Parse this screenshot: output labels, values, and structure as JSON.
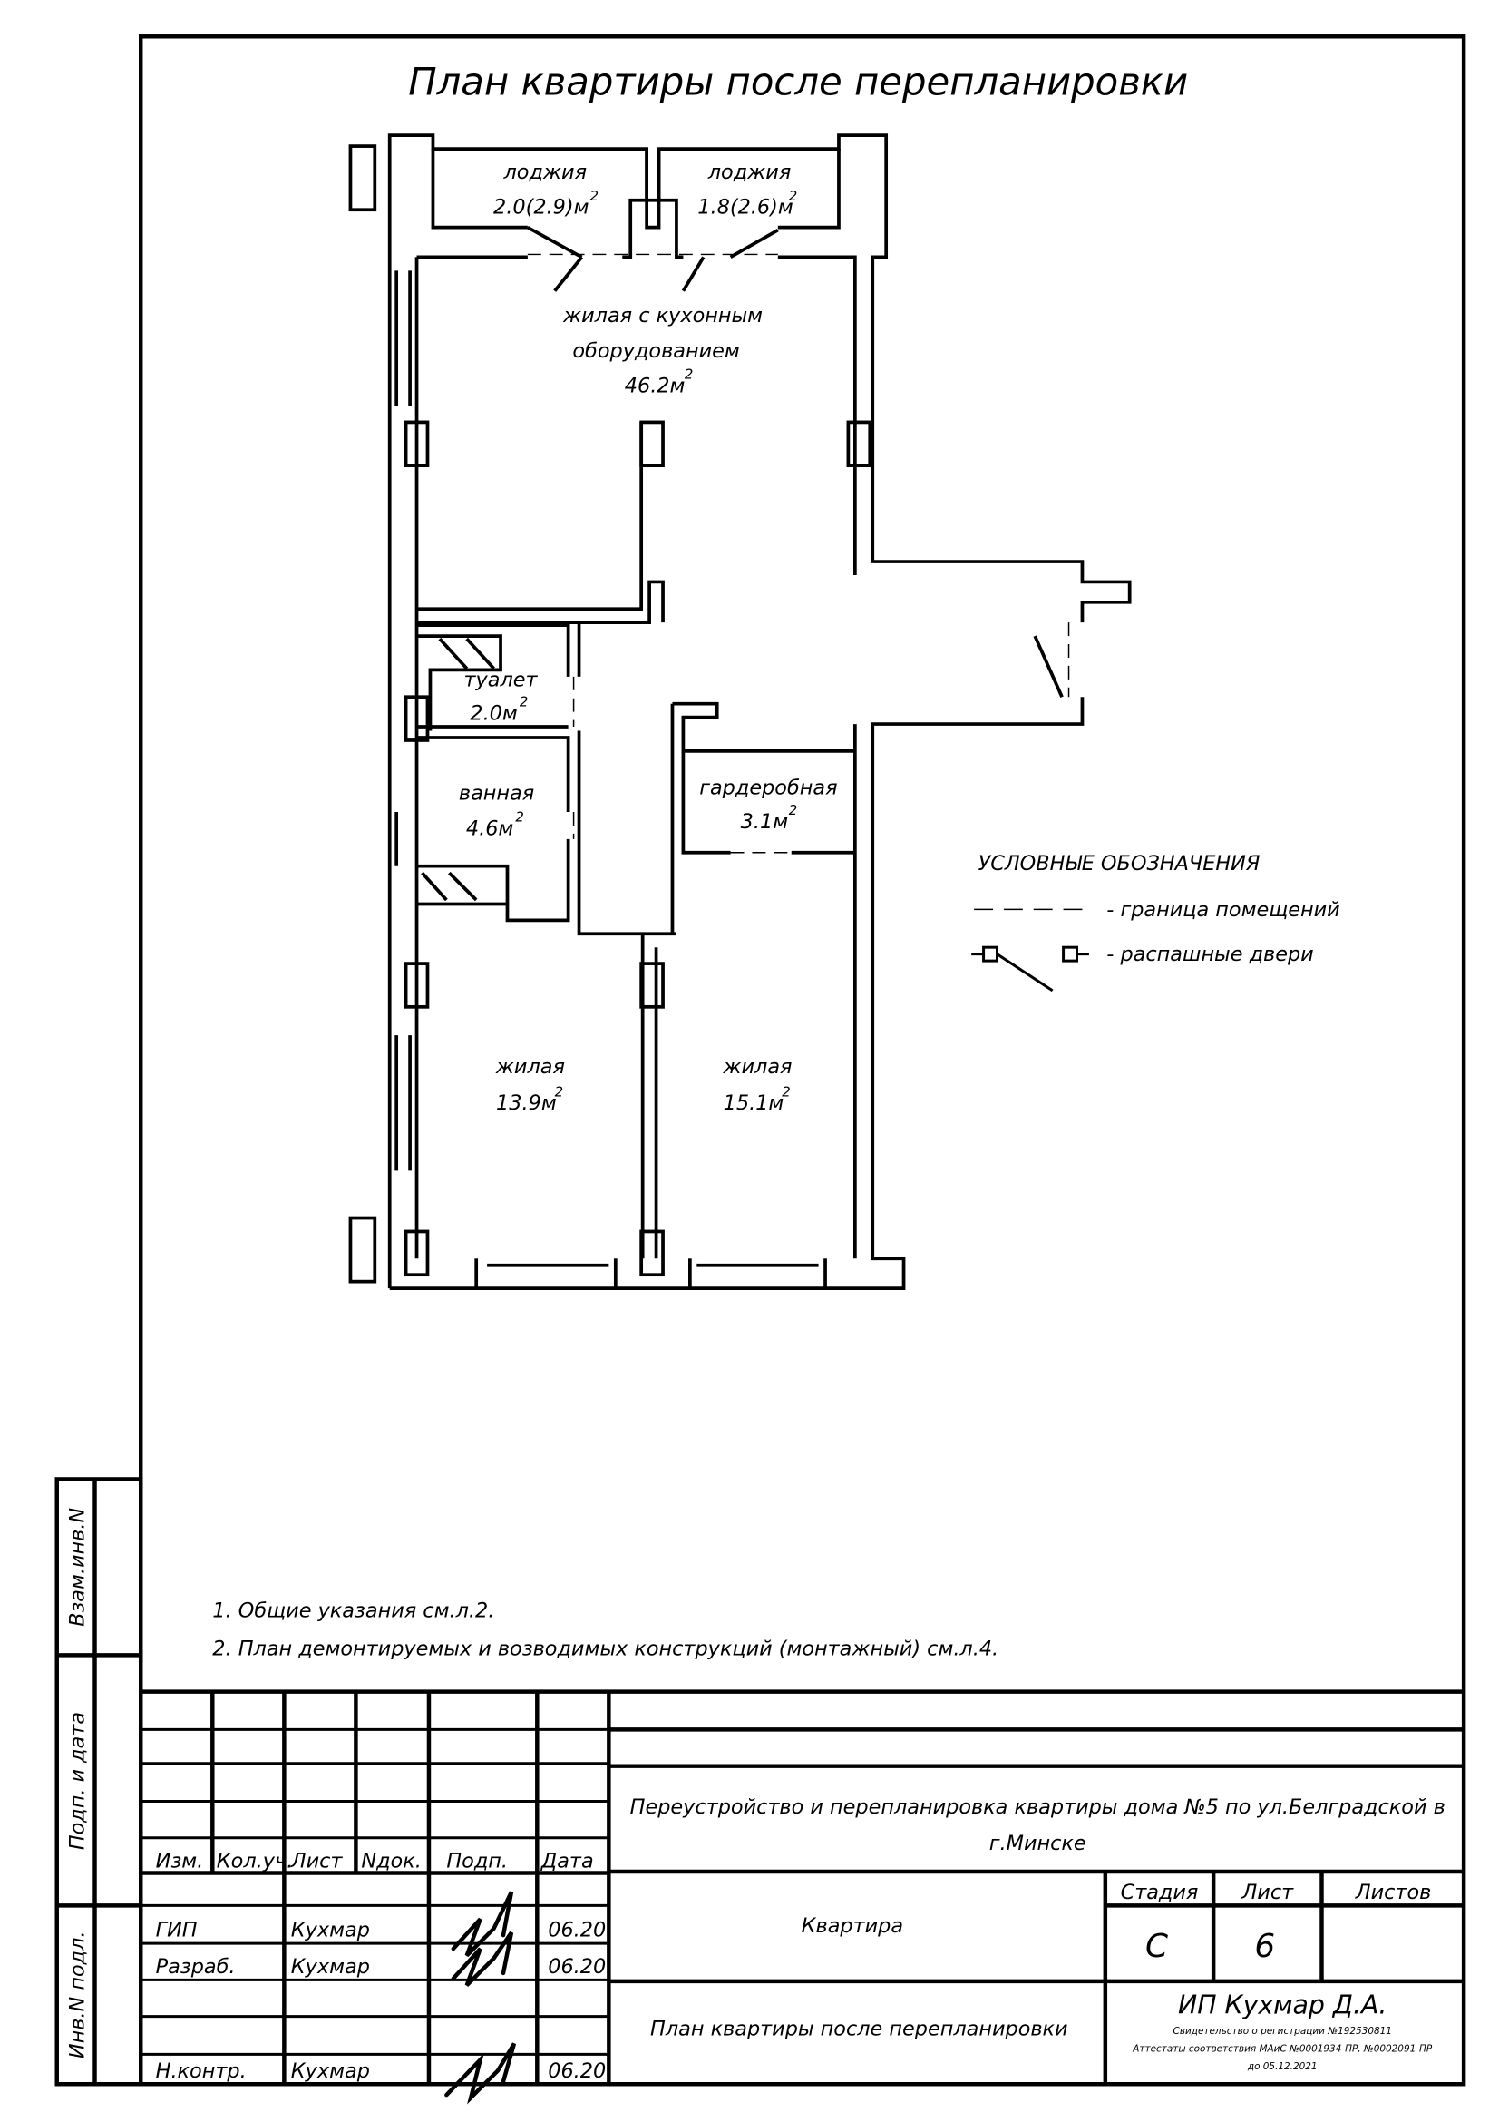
{
  "title": "План квартиры после перепланировки",
  "rooms": [
    {
      "name": "лоджия",
      "area": "2.0(2.9)м",
      "sup": "2"
    },
    {
      "name": "лоджия",
      "area": "1.8(2.6)м",
      "sup": "2"
    },
    {
      "name": "жилая с кухонным",
      "name2": "оборудованием",
      "area": "46.2м",
      "sup": "2"
    },
    {
      "name": "туалет",
      "area": "2.0м",
      "sup": "2"
    },
    {
      "name": "ванная",
      "area": "4.6м",
      "sup": "2"
    },
    {
      "name": "гардеробная",
      "area": "3.1м",
      "sup": "2"
    },
    {
      "name": "жилая",
      "area": "13.9м",
      "sup": "2"
    },
    {
      "name": "жилая",
      "area": "15.1м",
      "sup": "2"
    }
  ],
  "legend": {
    "title": "УСЛОВНЫЕ ОБОЗНАЧЕНИЯ",
    "items": [
      "- граница помещений",
      "- распашные двери"
    ]
  },
  "notes": [
    "1.  Общие указания см.л.2.",
    "2.  План демонтируемых и возводимых конструкций (монтажный) см.л.4."
  ],
  "side_stamp": [
    "Взам.инв.N",
    "Подп. и дата",
    "Инв.N подл."
  ],
  "title_block": {
    "headers": [
      "Изм.",
      "Кол.уч.",
      "Лист",
      "Nдок.",
      "Подп.",
      "Дата"
    ],
    "people": [
      {
        "role": "ГИП",
        "name": "Кухмар",
        "date": "06.20"
      },
      {
        "role": "Разраб.",
        "name": "Кухмар",
        "date": "06.20"
      },
      {
        "role": "Н.контр.",
        "name": "Кухмар",
        "date": "06.20"
      }
    ],
    "project_line1": "Переустройство и перепланировка квартиры дома №5 по ул.Белградской в",
    "project_line2": "г.Минске",
    "object": "Квартира",
    "sheet_title": "План квартиры после перепланировки",
    "stage_label": "Стадия",
    "sheet_label": "Лист",
    "sheets_label": "Листов",
    "stage": "С",
    "sheet": "6",
    "sheets": "",
    "company": "ИП Кухмар Д.А.",
    "cert1": "Свидетельство о регистрации №192530811",
    "cert2": "Аттестаты соответствия МАиС №0001934-ПР, №0002091-ПР",
    "cert3": "до 05.12.2021"
  }
}
